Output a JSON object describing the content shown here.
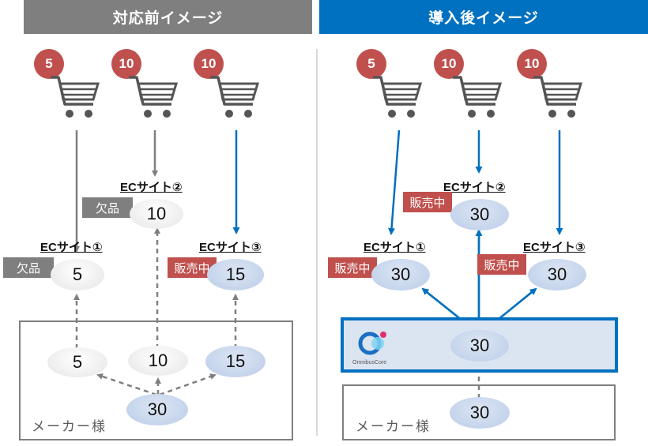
{
  "headers": {
    "before": {
      "title": "対応前イメージ",
      "color": "#7f7f7f"
    },
    "after": {
      "title": "導入後イメージ",
      "color": "#0070c0"
    }
  },
  "before": {
    "carts": [
      {
        "badge": "5"
      },
      {
        "badge": "10"
      },
      {
        "badge": "10"
      }
    ],
    "sites": [
      {
        "label": "ECサイト①",
        "value": "5",
        "status": "欠品"
      },
      {
        "label": "ECサイト②",
        "value": "10",
        "status": "欠品"
      },
      {
        "label": "ECサイト③",
        "value": "15",
        "status": "販売中"
      }
    ],
    "maker_inventory": [
      "5",
      "10",
      "15"
    ],
    "maker_total": "30",
    "maker_label": "メーカー様"
  },
  "after": {
    "carts": [
      {
        "badge": "5"
      },
      {
        "badge": "10"
      },
      {
        "badge": "10"
      }
    ],
    "sites": [
      {
        "label": "ECサイト①",
        "value": "30",
        "status": "販売中"
      },
      {
        "label": "ECサイト②",
        "value": "30",
        "status": "販売中"
      },
      {
        "label": "ECサイト③",
        "value": "30",
        "status": "販売中"
      }
    ],
    "hub_value": "30",
    "hub_logo_text": "OmnibusCore",
    "maker_total": "30",
    "maker_label": "メーカー様"
  },
  "colors": {
    "accent_blue": "#0070c0",
    "sold_out_gray": "#7f7f7f",
    "on_sale_red": "#c0504d",
    "badge_red": "#c0504d"
  }
}
